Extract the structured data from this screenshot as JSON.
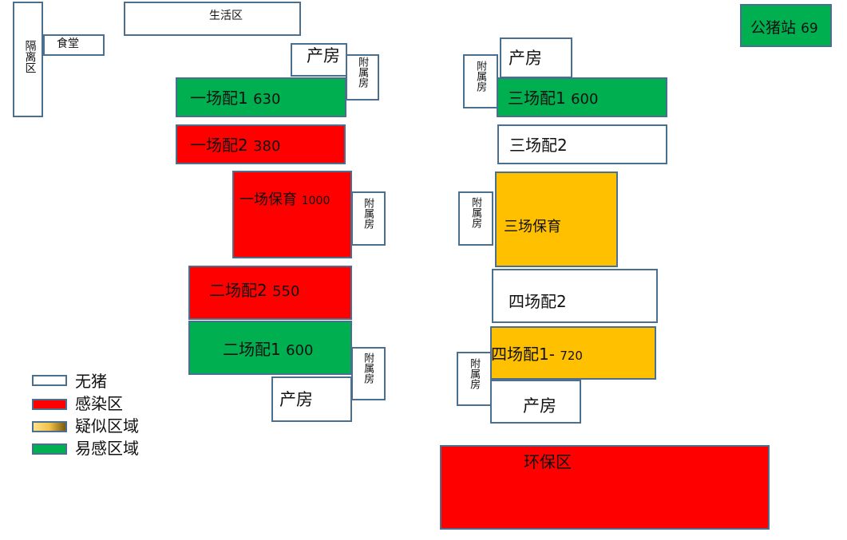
{
  "colors": {
    "none": "#ffffff",
    "infected": "#ff0000",
    "suspected": "#ffc000",
    "susceptible": "#00b050",
    "border": "#4a6f8f"
  },
  "zones": {
    "living": "生活区",
    "isolation": "隔离区",
    "canteen": "食堂",
    "boar_station": "公猪站",
    "boar_station_num": "69",
    "delivery_1": "产房",
    "annex_1": "附属房",
    "f1_p1": "一场配1",
    "f1_p1_num": "630",
    "f1_p2": "一场配2",
    "f1_p2_num": "380",
    "f1_nursery": "一场保育",
    "f1_nursery_num": "1000",
    "annex_2": "附属房",
    "f2_p2": "二场配2",
    "f2_p2_num": "550",
    "f2_p1": "二场配1",
    "f2_p1_num": "600",
    "annex_3": "附属房",
    "delivery_2": "产房",
    "delivery_3": "产房",
    "annex_4": "附属房",
    "f3_p1": "三场配1",
    "f3_p1_num": "600",
    "f3_p2": "三场配2",
    "annex_5": "附属房",
    "f3_nursery": "三场保育",
    "f4_p2": "四场配2",
    "f4_p1": "四场配1-",
    "f4_p1_num": "720",
    "annex_6": "附属房",
    "delivery_4": "产房",
    "env": "环保区"
  },
  "legend": {
    "none": "无猪",
    "infected": "感染区",
    "suspected": "疑似区域",
    "susceptible": "易感区域"
  }
}
